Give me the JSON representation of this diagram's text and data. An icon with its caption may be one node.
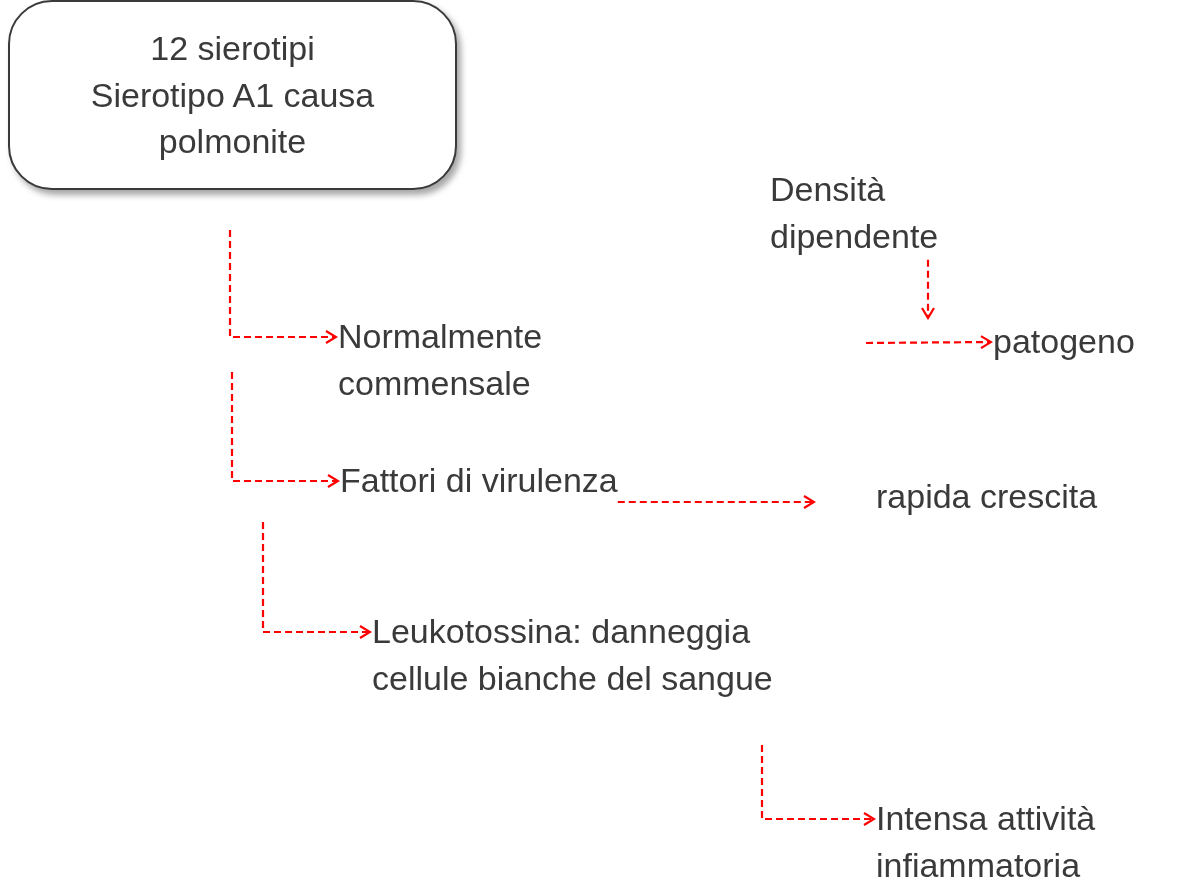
{
  "diagram": {
    "nodes": [
      {
        "text": [
          "12 sierotipi",
          "Sierotipo A1 causa polmonite"
        ]
      },
      {
        "text": [
          "Densità dipendente"
        ]
      },
      {
        "text": [
          "Normalmente commensale"
        ]
      },
      {
        "text": [
          "patogeno"
        ]
      },
      {
        "text": [
          "Fattori di virulenza"
        ]
      },
      {
        "text": [
          "rapida crescita"
        ]
      },
      {
        "text": [
          "Leukotossina: danneggia cellule bianche del sangue"
        ]
      },
      {
        "text": [
          "Intensa attività infiammatoria"
        ]
      }
    ],
    "edges": [
      {
        "from": null,
        "to": 2,
        "arrow": "to",
        "style": "dashed"
      },
      {
        "from": null,
        "to": 4,
        "arrow": "to",
        "style": "dashed"
      },
      {
        "from": 4,
        "to": 5,
        "arrow": "to",
        "style": "dashed"
      },
      {
        "from": null,
        "to": 6,
        "arrow": "to",
        "style": "dashed"
      },
      {
        "from": null,
        "to": 7,
        "arrow": "to",
        "style": "dashed"
      },
      {
        "from": 1,
        "to": null,
        "arrow": "to",
        "style": "dashed"
      },
      {
        "from": null,
        "to": 3,
        "arrow": "to",
        "style": "dashed"
      }
    ]
  }
}
